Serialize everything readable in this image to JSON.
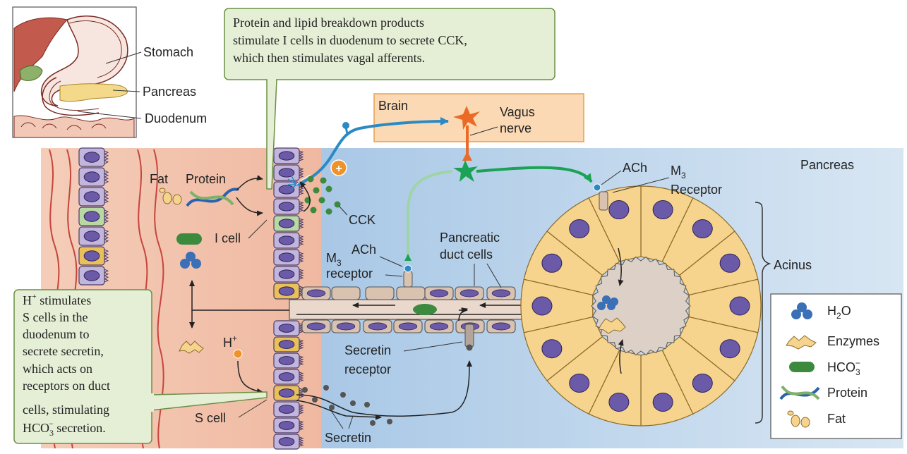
{
  "inset": {
    "stomach_label": "Stomach",
    "pancreas_label": "Pancreas",
    "duodenum_label": "Duodenum"
  },
  "top_callout": {
    "lines": [
      "Protein and lipid breakdown products",
      "stimulate I cells in duodenum to secrete CCK,",
      "which then stimulates vagal afferents."
    ]
  },
  "left_callout": {
    "line1_base": "H",
    "line1_sup": "+",
    "line1_rest": " stimulates",
    "lines": [
      "S cells in the",
      "duodenum to",
      "secrete secretin,",
      "which acts on",
      "receptors on duct",
      "cells, stimulating"
    ],
    "last_base": "HCO",
    "last_sub": "3",
    "last_sup": "−",
    "last_rest": " secretion."
  },
  "brain_box": {
    "brain_label": "Brain",
    "vagus_label_1": "Vagus",
    "vagus_label_2": "nerve"
  },
  "labels": {
    "pancreas": "Pancreas",
    "fat": "Fat",
    "protein": "Protein",
    "i_cell": "I cell",
    "cck": "CCK",
    "plus": "+",
    "m3_left": "M",
    "m3_left_sub": "3",
    "ach_left": "ACh",
    "receptor_left": "receptor",
    "pancreatic_duct_cells_1": "Pancreatic",
    "pancreatic_duct_cells_2": "duct cells",
    "ach_right": "ACh",
    "m3_right": "M",
    "m3_right_sub": "3",
    "receptor_right": "Receptor",
    "acinus": "Acinus",
    "h_plus_base": "H",
    "h_plus_sup": "+",
    "secretin_receptor_1": "Secretin",
    "secretin_receptor_2": "receptor",
    "s_cell": "S cell",
    "secretin": "Secretin"
  },
  "legend": {
    "h2o_base": "H",
    "h2o_sub": "2",
    "h2o_rest": "O",
    "enzymes": "Enzymes",
    "hco3_base": "HCO",
    "hco3_sub": "3",
    "hco3_sup": "−",
    "protein": "Protein",
    "fat": "Fat"
  },
  "colors": {
    "lumen_bg": "#f3c9b4",
    "pancreas_bg": "#bcd6ec",
    "callout_fill": "#e5efd6",
    "callout_stroke": "#6b8f45",
    "brain_fill": "#fbd9b5",
    "brain_stroke": "#e8a04c",
    "cell_purple": "#c3b6dc",
    "cell_green": "#b9d9a3",
    "cell_yellow": "#e9c05a",
    "nucleus": "#6b5aa8",
    "acinar_fill": "#f7d48d",
    "vagal_blue": "#2b8ac4",
    "vagal_green": "#1aa255",
    "neuron_orange": "#ea6a26",
    "cck_green": "#3c8a3e",
    "h2o_blue": "#3b6fb6",
    "hco3_green": "#3c8a3e"
  }
}
